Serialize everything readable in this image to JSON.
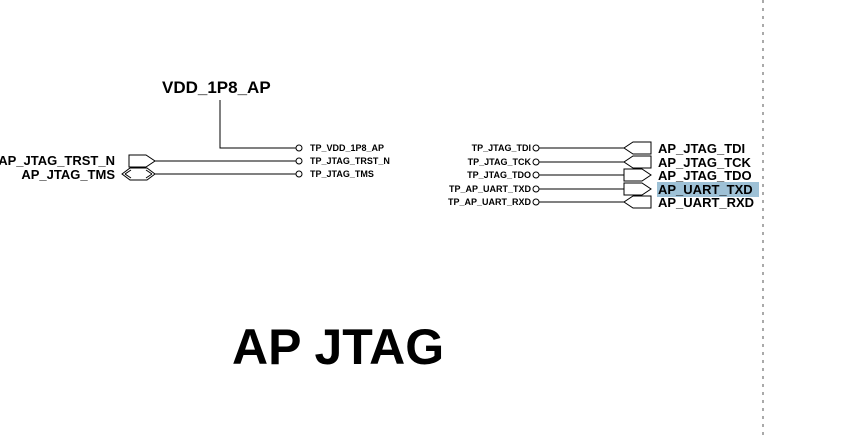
{
  "power": {
    "net": "VDD_1P8_AP",
    "test_point": "TP_VDD_1P8_AP"
  },
  "left_group": [
    {
      "net": "AP_JTAG_TRST_N",
      "test_point": "TP_JTAG_TRST_N",
      "direction": "input"
    },
    {
      "net": "AP_JTAG_TMS",
      "test_point": "TP_JTAG_TMS",
      "direction": "bidirectional"
    }
  ],
  "right_group": [
    {
      "test_point": "TP_JTAG_TDI",
      "net": "AP_JTAG_TDI",
      "direction": "input",
      "highlighted": false
    },
    {
      "test_point": "TP_JTAG_TCK",
      "net": "AP_JTAG_TCK",
      "direction": "input",
      "highlighted": false
    },
    {
      "test_point": "TP_JTAG_TDO",
      "net": "AP_JTAG_TDO",
      "direction": "output",
      "highlighted": false
    },
    {
      "test_point": "TP_AP_UART_TXD",
      "net": "AP_UART_TXD",
      "direction": "output",
      "highlighted": true
    },
    {
      "test_point": "TP_AP_UART_RXD",
      "net": "AP_UART_RXD",
      "direction": "input",
      "highlighted": false
    }
  ],
  "sheet_title": "AP JTAG",
  "colors": {
    "highlight": "#9ec1d6",
    "ink": "#000000"
  }
}
